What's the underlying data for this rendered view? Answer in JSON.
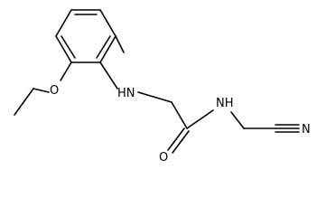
{
  "structure": {
    "atom_labels": {
      "nh_amine": "HN",
      "o_ether": "O",
      "o_carbonyl": "O",
      "nh_amide": "NH",
      "n_nitrile": "N"
    }
  }
}
